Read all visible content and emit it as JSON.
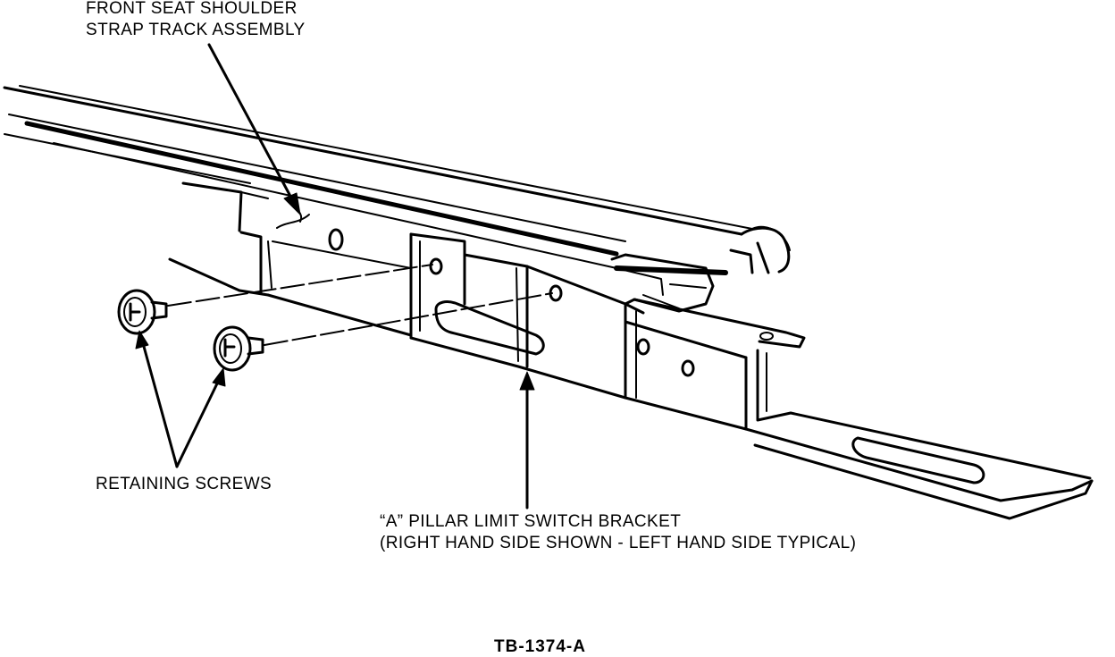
{
  "labels": {
    "track_assembly": {
      "line1": "FRONT SEAT SHOULDER",
      "line2": "STRAP TRACK ASSEMBLY"
    },
    "retaining_screws": "RETAINING SCREWS",
    "bracket": {
      "line1": "“A” PILLAR LIMIT SWITCH BRACKET",
      "line2": "(RIGHT HAND SIDE SHOWN - LEFT HAND SIDE TYPICAL)"
    }
  },
  "figure_code": "TB-1374-A",
  "colors": {
    "ink": "#000000",
    "paper": "#ffffff"
  }
}
